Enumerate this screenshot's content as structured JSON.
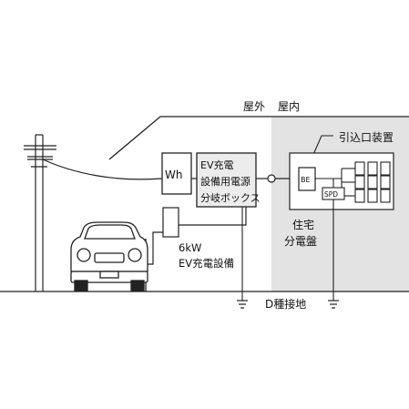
{
  "labels": {
    "outdoor": "屋外",
    "indoor": "屋内",
    "service_entrance": "引込口装置",
    "meter": "Wh",
    "ev_box_line1": "EV充電",
    "ev_box_line2": "設備用電源",
    "ev_box_line3": "分岐ボックス",
    "be": "BE",
    "spd": "SPD",
    "panel_line1": "住宅",
    "panel_line2": "分電盤",
    "charger_line1": "6kW",
    "charger_line2": "EV充電設備",
    "ground": "D種接地"
  },
  "colors": {
    "indoor_fill": "#e3e3e3",
    "stroke": "#222222",
    "ev_box_fill": "#ececec"
  },
  "icons": {
    "pole": "utility-pole-icon",
    "car": "car-icon",
    "ground": "ground-symbol-icon",
    "coupler": "connection-ring-icon"
  }
}
